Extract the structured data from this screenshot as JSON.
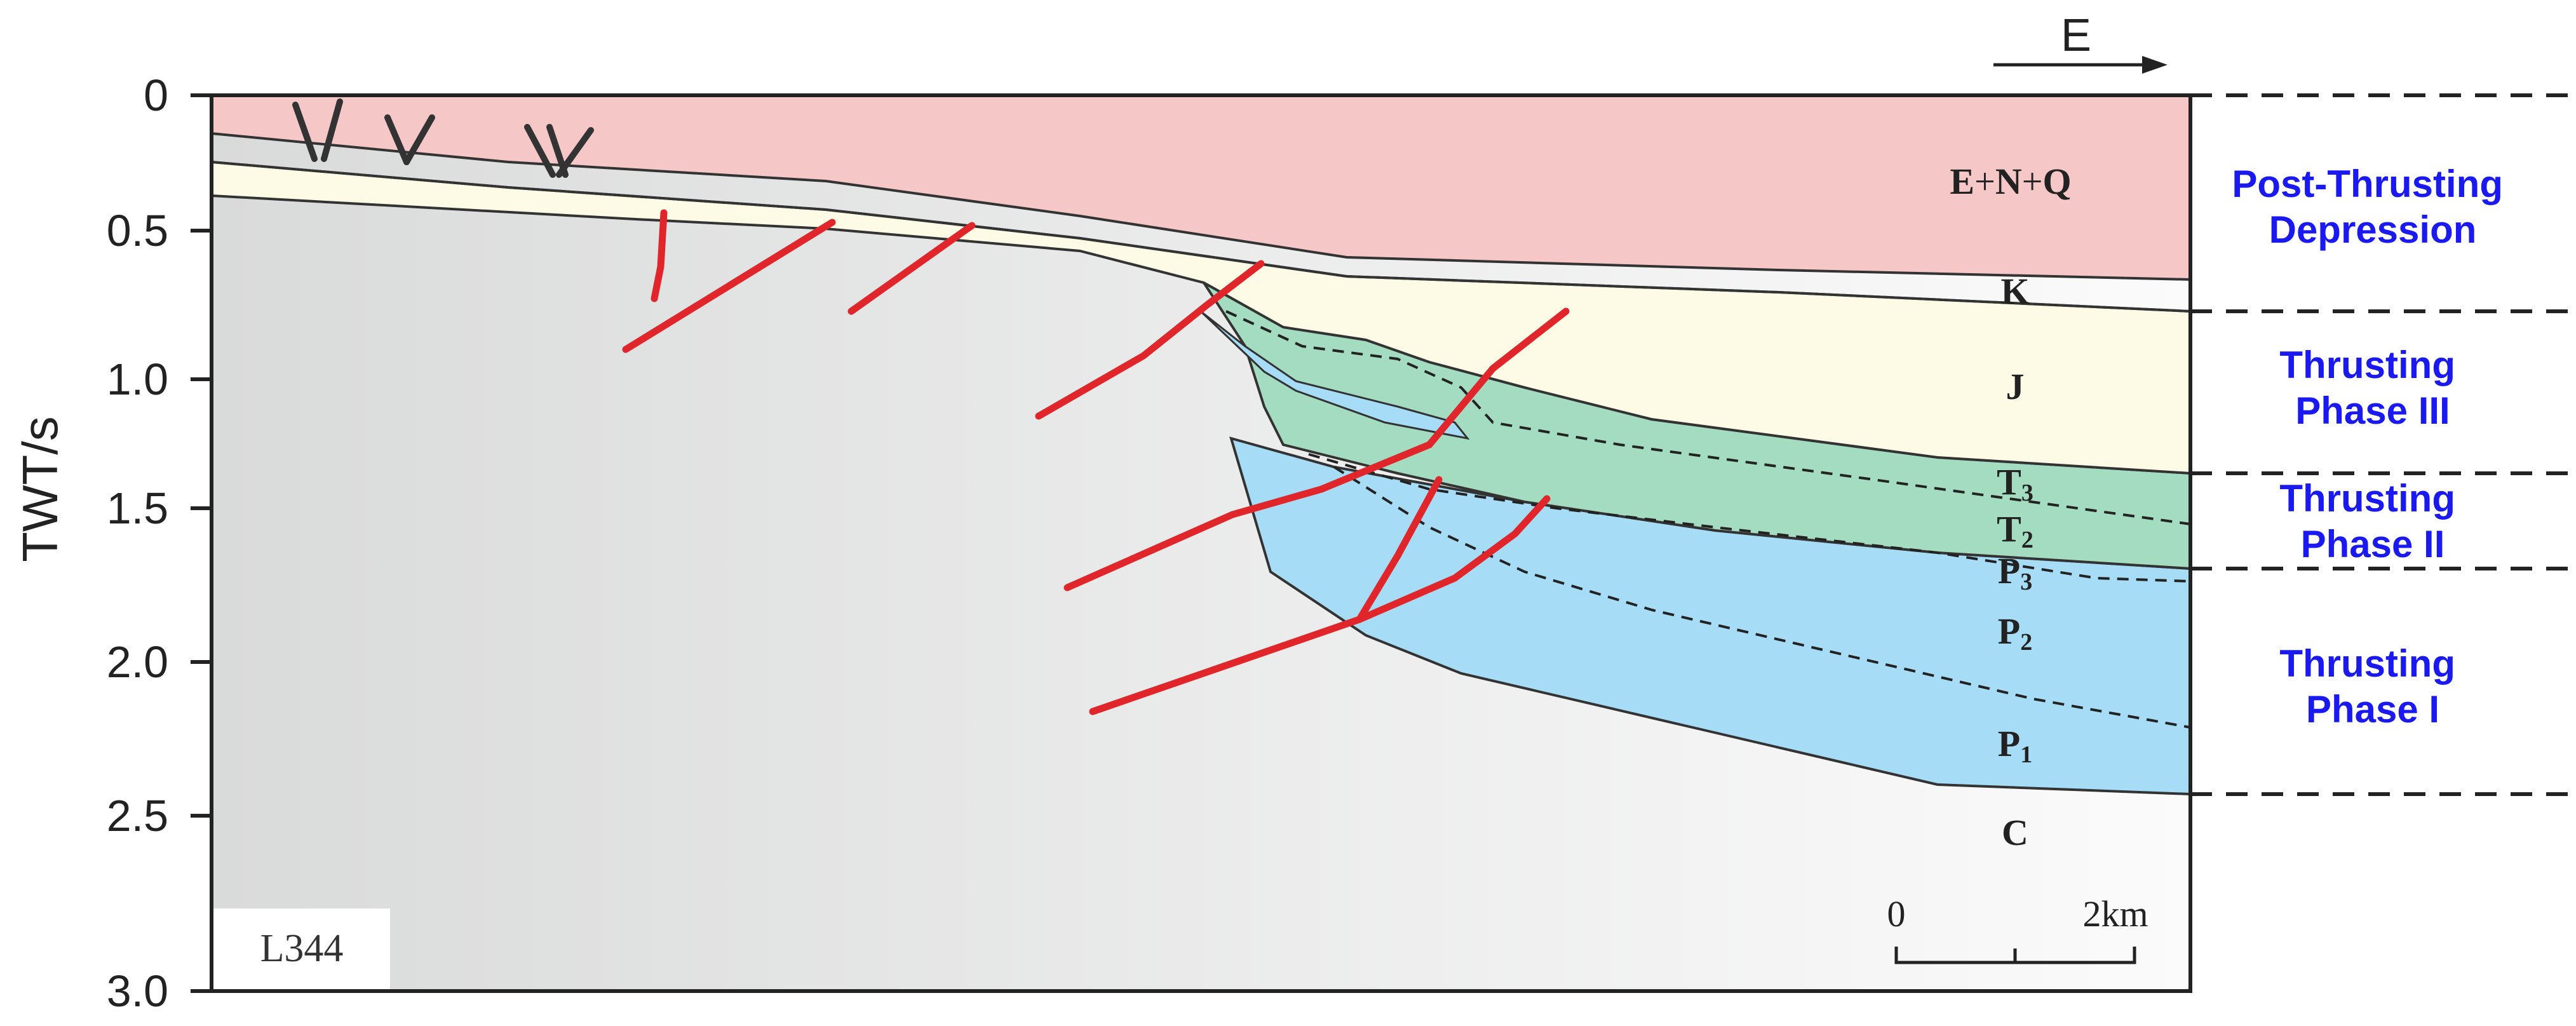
{
  "figure": {
    "y_axis": {
      "title": "TWT/s",
      "ticks": [
        "0",
        "0.5",
        "1.0",
        "1.5",
        "2.0",
        "2.5",
        "3.0"
      ]
    },
    "direction_label": "E",
    "line_label": "L344",
    "scale_bar": {
      "start": "0",
      "end": "2km"
    },
    "units": [
      {
        "id": "eq",
        "main": "E",
        "sep1": "+",
        "main2": "N",
        "sep2": "+",
        "main3": "Q"
      },
      {
        "id": "k",
        "main": "K",
        "sub": ""
      },
      {
        "id": "j",
        "main": "J",
        "sub": ""
      },
      {
        "id": "t3",
        "main": "T",
        "sub": "3"
      },
      {
        "id": "t2",
        "main": "T",
        "sub": "2"
      },
      {
        "id": "p3",
        "main": "P",
        "sub": "3"
      },
      {
        "id": "p2",
        "main": "P",
        "sub": "2"
      },
      {
        "id": "p1",
        "main": "P",
        "sub": "1"
      },
      {
        "id": "c",
        "main": "C",
        "sub": ""
      }
    ],
    "phases": [
      {
        "line1": "Post-Thrusting",
        "line2": "Depression"
      },
      {
        "line1": "Thrusting",
        "line2": "Phase III"
      },
      {
        "line1": "Thrusting",
        "line2": "Phase II"
      },
      {
        "line1": "Thrusting",
        "line2": "Phase I"
      }
    ],
    "colors": {
      "cenozoic_pink": "#f6c7c7",
      "jurassic_yellow": "#fdfbe6",
      "triassic_green": "#a3dcc0",
      "permian_blue": "#a6dcf6",
      "fault_red": "#e0262b",
      "phase_blue": "#1a1af0",
      "basement_gray": "#d8d9d9"
    }
  }
}
